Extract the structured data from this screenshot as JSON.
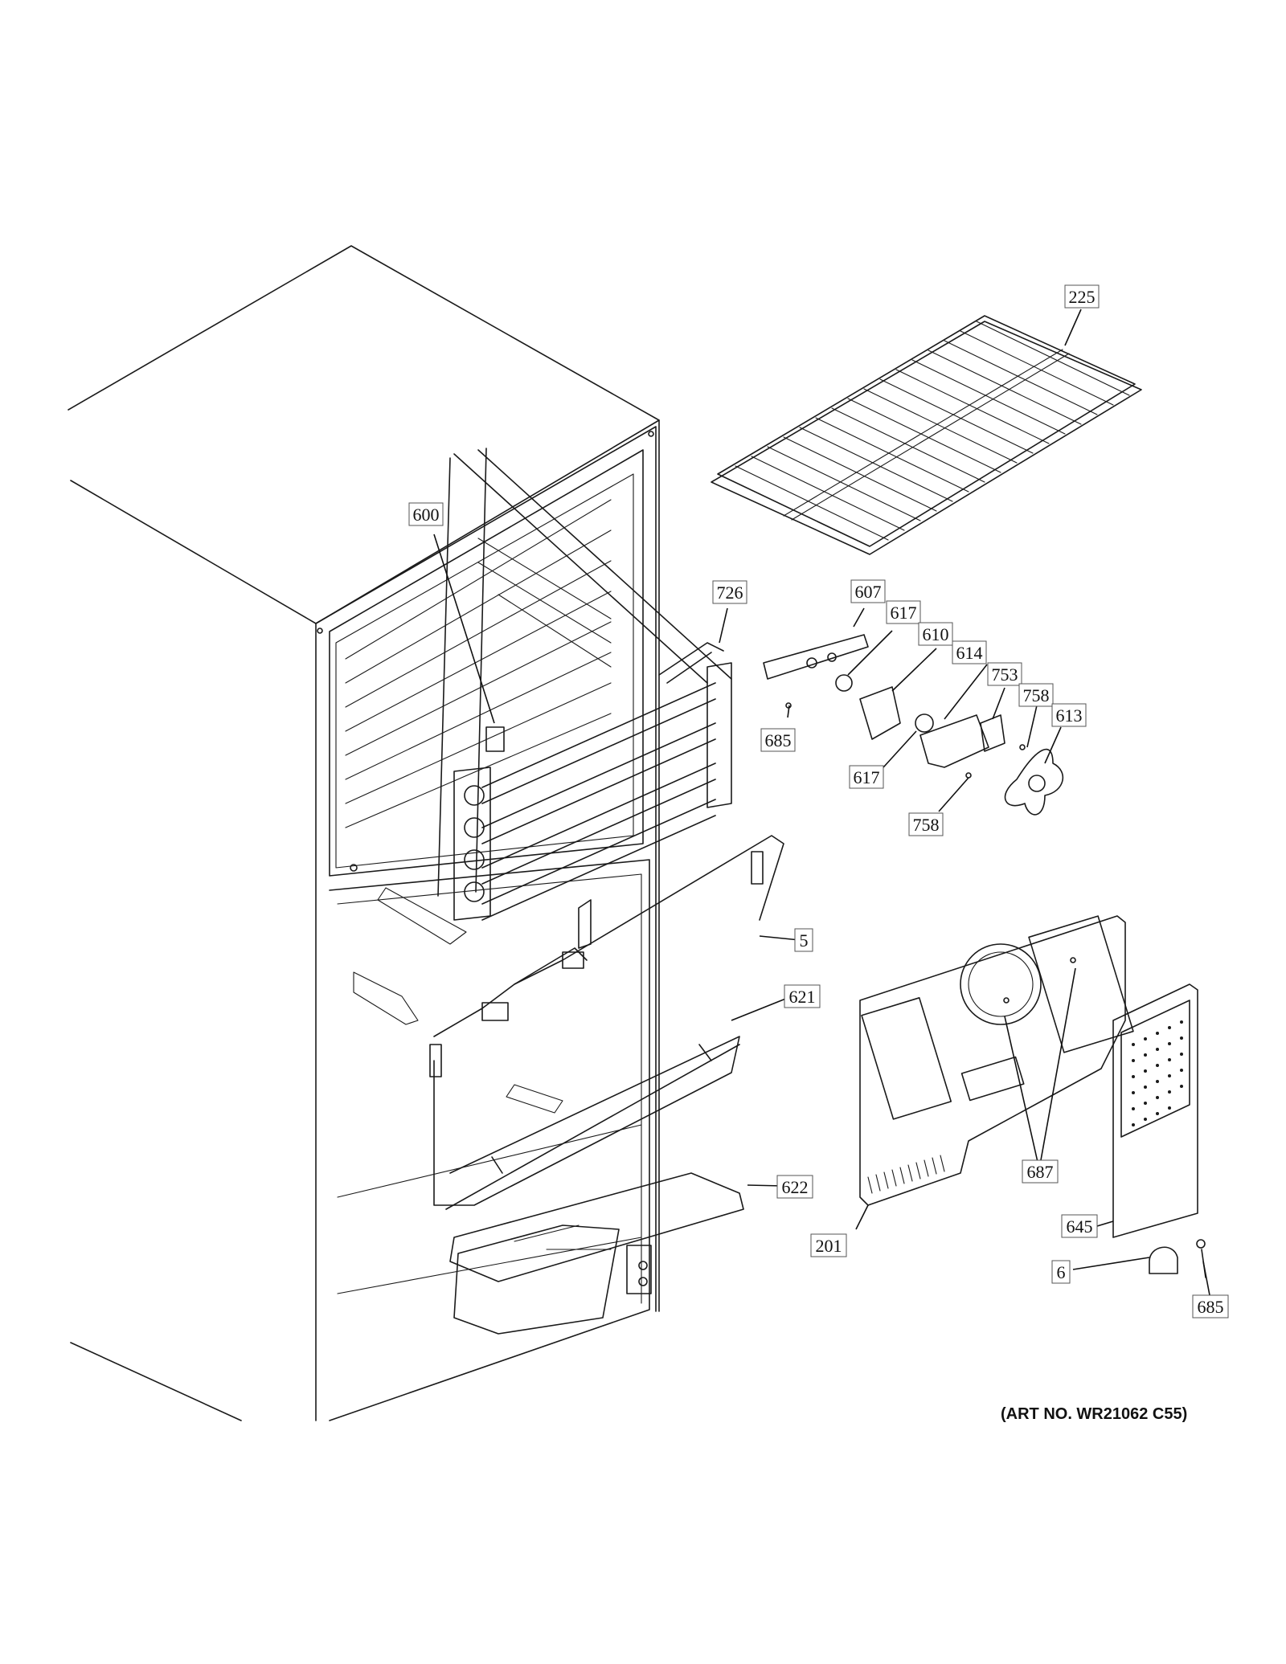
{
  "diagram": {
    "art_number": "(ART NO. WR21062 C55)",
    "callouts": [
      {
        "id": "c225",
        "label": "225"
      },
      {
        "id": "c600",
        "label": "600"
      },
      {
        "id": "c726",
        "label": "726"
      },
      {
        "id": "c607",
        "label": "607"
      },
      {
        "id": "c617a",
        "label": "617"
      },
      {
        "id": "c610",
        "label": "610"
      },
      {
        "id": "c614",
        "label": "614"
      },
      {
        "id": "c753",
        "label": "753"
      },
      {
        "id": "c758a",
        "label": "758"
      },
      {
        "id": "c613",
        "label": "613"
      },
      {
        "id": "c685a",
        "label": "685"
      },
      {
        "id": "c617b",
        "label": "617"
      },
      {
        "id": "c758b",
        "label": "758"
      },
      {
        "id": "c5",
        "label": "5"
      },
      {
        "id": "c621",
        "label": "621"
      },
      {
        "id": "c622",
        "label": "622"
      },
      {
        "id": "c687",
        "label": "687"
      },
      {
        "id": "c201",
        "label": "201"
      },
      {
        "id": "c645",
        "label": "645"
      },
      {
        "id": "c6",
        "label": "6"
      },
      {
        "id": "c685b",
        "label": "685"
      }
    ]
  }
}
